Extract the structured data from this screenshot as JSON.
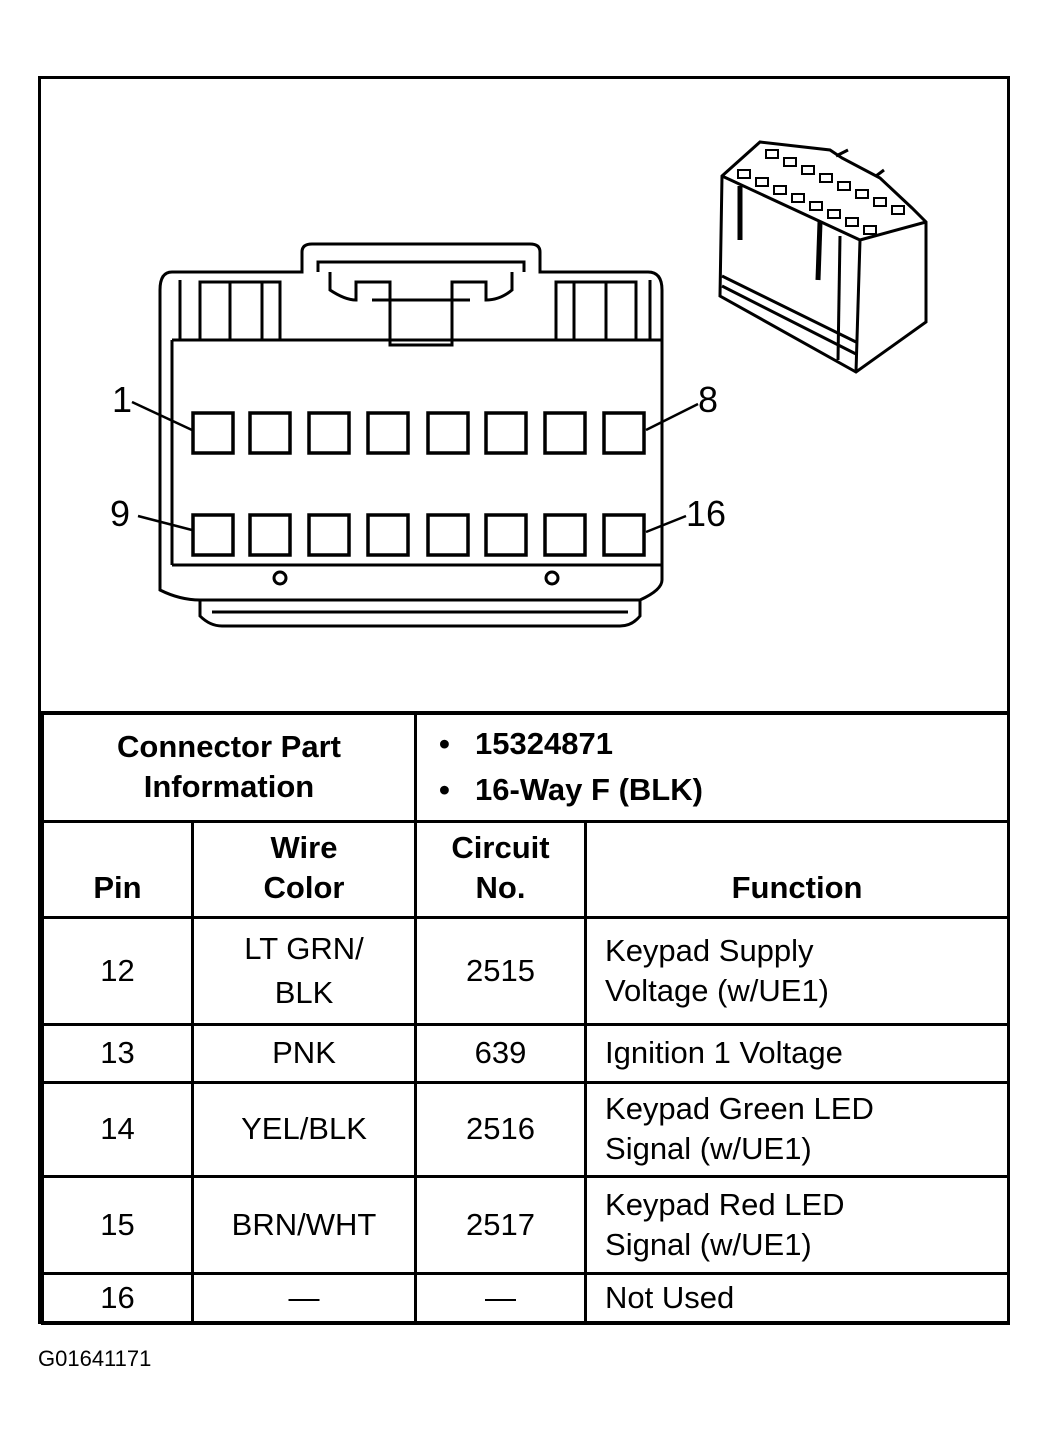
{
  "connector": {
    "pin_labels": {
      "top_left": "1",
      "top_right": "8",
      "bottom_left": "9",
      "bottom_right": "16"
    }
  },
  "part_info": {
    "heading_line1": "Connector Part",
    "heading_line2": "Information",
    "part_number": "15324871",
    "description": "16-Way F (BLK)"
  },
  "table": {
    "headers": {
      "pin": "Pin",
      "wire_color_line1": "Wire",
      "wire_color_line2": "Color",
      "circuit_line1": "Circuit",
      "circuit_line2": "No.",
      "function": "Function"
    },
    "rows": [
      {
        "pin": "12",
        "wire_line1": "LT GRN/",
        "wire_line2": "BLK",
        "circuit": "2515",
        "function_line1": "Keypad Supply",
        "function_line2": "Voltage (w/UE1)"
      },
      {
        "pin": "13",
        "wire_line1": "PNK",
        "wire_line2": "",
        "circuit": "639",
        "function_line1": "Ignition 1 Voltage",
        "function_line2": ""
      },
      {
        "pin": "14",
        "wire_line1": "YEL/BLK",
        "wire_line2": "",
        "circuit": "2516",
        "function_line1": "Keypad Green LED",
        "function_line2": "Signal (w/UE1)"
      },
      {
        "pin": "15",
        "wire_line1": "BRN/WHT",
        "wire_line2": "",
        "circuit": "2517",
        "function_line1": "Keypad Red LED",
        "function_line2": "Signal (w/UE1)"
      },
      {
        "pin": "16",
        "wire_line1": "—",
        "wire_line2": "",
        "circuit": "—",
        "function_line1": "Not Used",
        "function_line2": ""
      }
    ]
  },
  "figure_code": "G01641171"
}
